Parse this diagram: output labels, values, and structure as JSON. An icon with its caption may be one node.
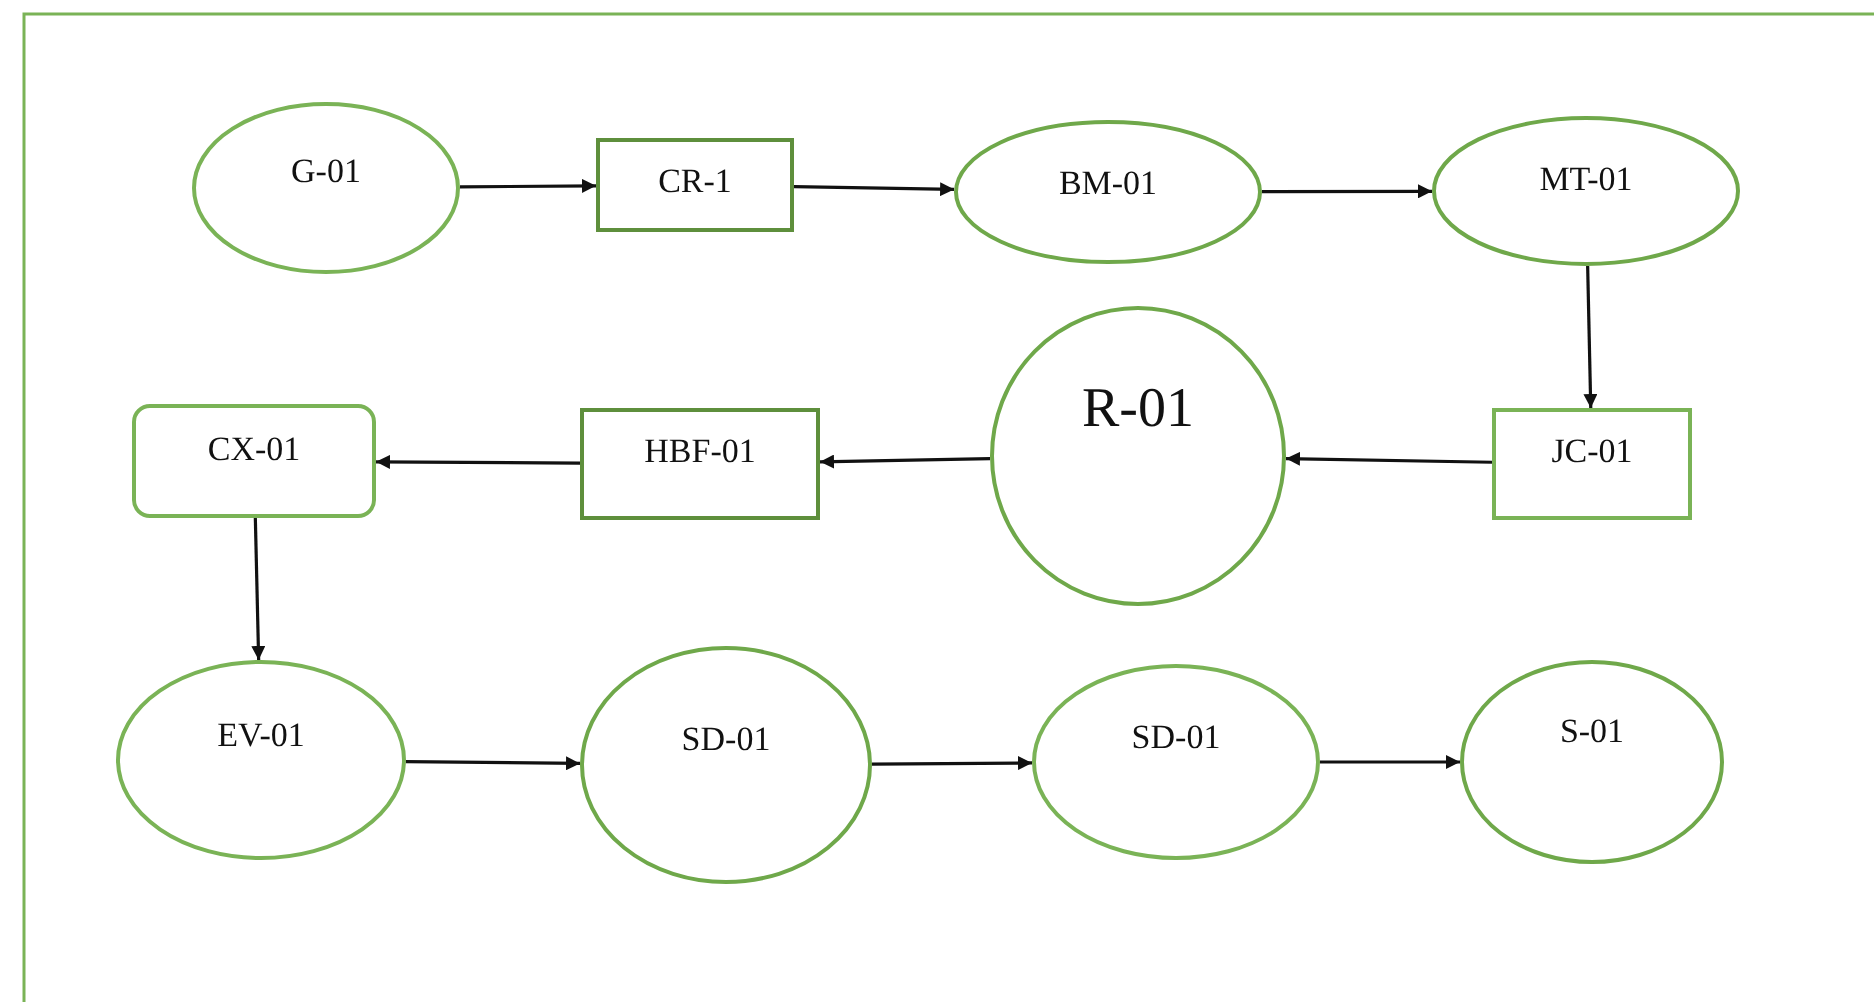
{
  "diagram": {
    "nodes": [
      {
        "text": [
          "G-01"
        ]
      },
      {
        "text": [
          "CR-1"
        ]
      },
      {
        "text": [
          "BM-01"
        ]
      },
      {
        "text": [
          "MT-01"
        ]
      },
      {
        "text": [
          "R-01"
        ]
      },
      {
        "text": [
          "JC-01"
        ]
      },
      {
        "text": [
          "CX-01"
        ]
      },
      {
        "text": [
          "HBF-01"
        ]
      },
      {
        "text": [
          "EV-01"
        ]
      },
      {
        "text": [
          "SD-01"
        ]
      },
      {
        "text": [
          "SD-01"
        ]
      },
      {
        "text": [
          "S-01"
        ]
      }
    ],
    "edges": [
      {
        "from": 0,
        "to": 1,
        "arrow": "to"
      },
      {
        "from": 1,
        "to": 2,
        "arrow": "to"
      },
      {
        "from": 2,
        "to": 3,
        "arrow": "to"
      },
      {
        "from": 3,
        "to": 5,
        "arrow": "to"
      },
      {
        "from": 5,
        "to": 4,
        "arrow": "to"
      },
      {
        "from": 4,
        "to": 7,
        "arrow": "to"
      },
      {
        "from": 7,
        "to": 6,
        "arrow": "to"
      },
      {
        "from": 6,
        "to": 8,
        "arrow": "to"
      },
      {
        "from": 8,
        "to": 9,
        "arrow": "to"
      },
      {
        "from": 9,
        "to": 10,
        "arrow": "to"
      },
      {
        "from": 10,
        "to": 11,
        "arrow": "to"
      }
    ]
  }
}
